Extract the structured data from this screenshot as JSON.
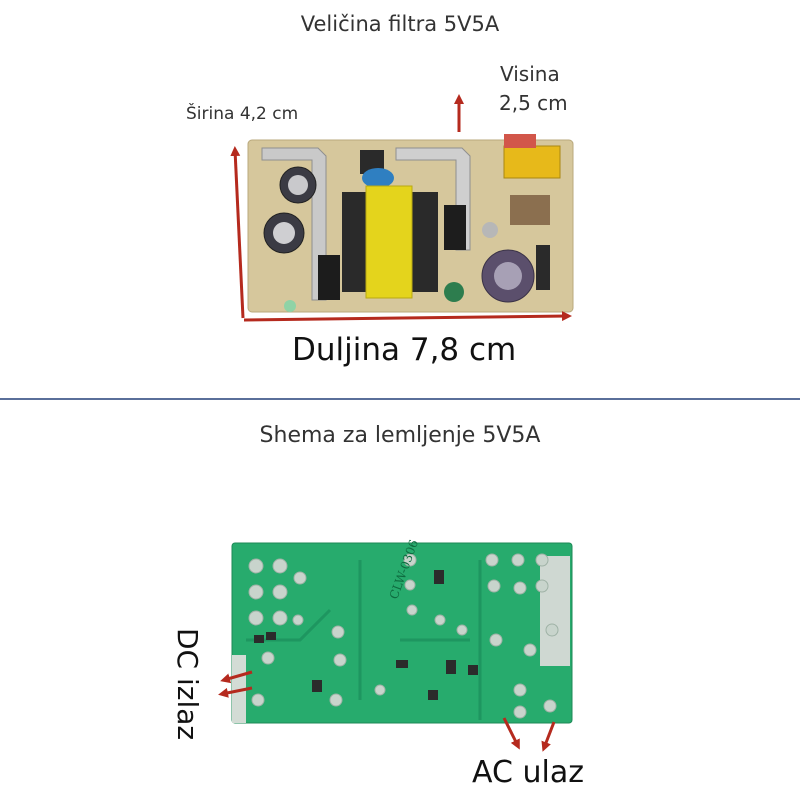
{
  "labels": {
    "title_top": "Veličina filtra 5V5A",
    "width": "Širina 4,2 cm",
    "height_line1": "Visina",
    "height_line2": "2,5 cm",
    "length": "Duljina 7,8 cm",
    "title_bottom": "Shema za lemljenje 5V5A",
    "dc_output": "DC izlaz",
    "ac_input": "AC ulaz"
  },
  "board_markings": {
    "model": "CLW-0306"
  },
  "colors": {
    "arrow": "#b52a1e",
    "divider": "#5a6f9a",
    "pcb_top": "#d8c9a0",
    "pcb_bottom": "#22a86b",
    "transformer": "#e8d81c",
    "capacitor": "#5a4f6e"
  }
}
